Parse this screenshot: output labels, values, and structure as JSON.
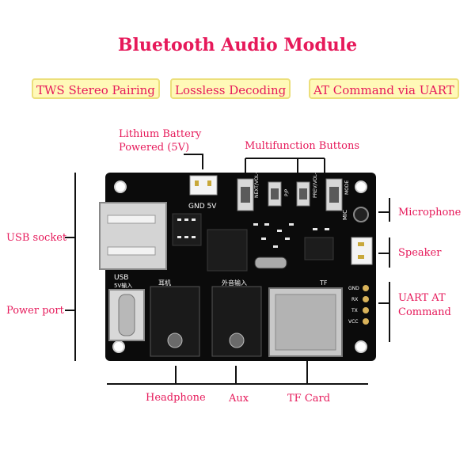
{
  "title": "Bluetooth Audio Module",
  "features": [
    "TWS Stereo Pairing",
    "Lossless Decoding",
    "AT Command via UART"
  ],
  "labels": {
    "battery_line1": "Lithium Battery",
    "battery_line2": "Powered (5V)",
    "buttons": "Multifunction Buttons",
    "microphone": "Microphone",
    "speaker": "Speaker",
    "uart_line1": "UART AT",
    "uart_line2": "Command",
    "usb_socket": "USB socket",
    "power_port": "Power port",
    "headphone": "Headphone",
    "aux": "Aux",
    "tf_card": "TF Card"
  },
  "silkscreen": {
    "gnd5v": "GND  5V",
    "usb": "USB",
    "usb_in": "5V输入",
    "earphone": "耳机",
    "ext_in": "外音输入",
    "tf": "TF",
    "mic": "MIC",
    "mode": "MODE",
    "next": "NEXT/VOL+",
    "pp": "P/P",
    "prev": "PREV/VOL-",
    "pins": [
      "GND",
      "RX",
      "TX",
      "VCC"
    ]
  },
  "colors": {
    "accent": "#e6195a",
    "badge_bg": "#fff9b8",
    "pcb": "#0b0b0b"
  }
}
